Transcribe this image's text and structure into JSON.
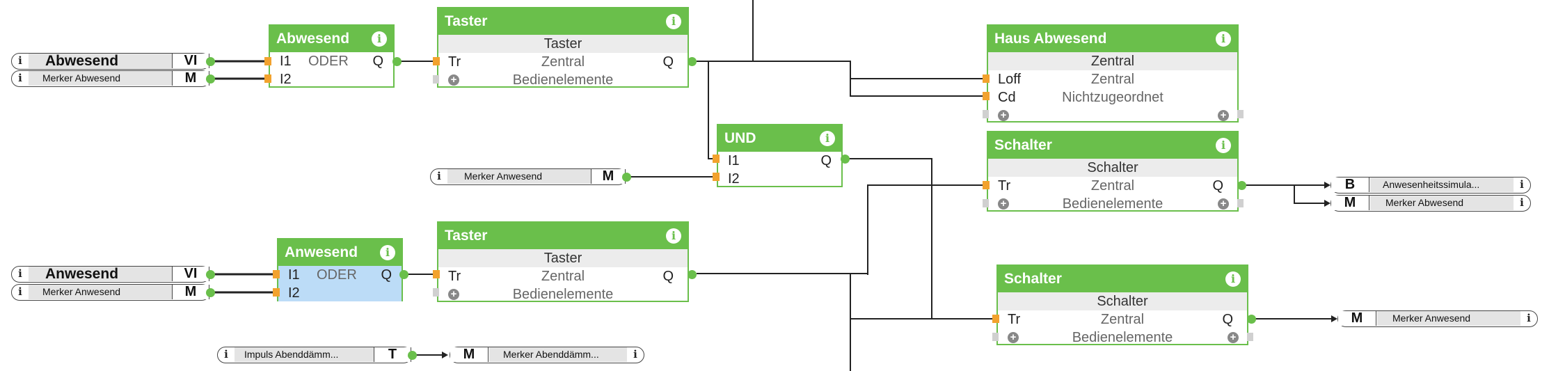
{
  "blocks": {
    "abwesend_or": {
      "title": "Abwesend",
      "in1": "I1",
      "op": "ODER",
      "out": "Q",
      "in2": "I2"
    },
    "taster1": {
      "title": "Taster",
      "sub": "Taster",
      "pin": "Tr",
      "mid": "Zentral",
      "out": "Q",
      "add": "Bedienelemente"
    },
    "haus": {
      "title": "Haus Abwesend",
      "sub": "Zentral",
      "pin1": "Loff",
      "mid1": "Zentral",
      "pin2": "Cd",
      "mid2": "Nichtzugeordnet"
    },
    "und": {
      "title": "UND",
      "in1": "I1",
      "out": "Q",
      "in2": "I2"
    },
    "schalter1": {
      "title": "Schalter",
      "sub": "Schalter",
      "pin": "Tr",
      "mid": "Zentral",
      "out": "Q",
      "add": "Bedienelemente"
    },
    "anwesend_or": {
      "title": "Anwesend",
      "in1": "I1",
      "op": "ODER",
      "out": "Q",
      "in2": "I2"
    },
    "taster2": {
      "title": "Taster",
      "sub": "Taster",
      "pin": "Tr",
      "mid": "Zentral",
      "out": "Q",
      "add": "Bedienelemente"
    },
    "schalter2": {
      "title": "Schalter",
      "sub": "Schalter",
      "pin": "Tr",
      "mid": "Zentral",
      "out": "Q",
      "add": "Bedienelemente"
    }
  },
  "io": {
    "abw_vi": {
      "name": "Abwesend",
      "type": "VI"
    },
    "abw_m": {
      "name": "Merker Abwesend",
      "type": "M"
    },
    "anw_m_und": {
      "name": "Merker Anwesend",
      "type": "M"
    },
    "anw_vi": {
      "name": "Anwesend",
      "type": "VI"
    },
    "anw_m": {
      "name": "Merker Anwesend",
      "type": "M"
    },
    "impuls": {
      "name": "Impuls Abenddämm...",
      "type": "T"
    },
    "abend_m": {
      "name": "Merker Abenddämm...",
      "type": "M"
    },
    "out_b": {
      "name": "Anwesenheitssimula...",
      "type": "B"
    },
    "out_m_abw": {
      "name": "Merker Abwesend",
      "type": "M"
    },
    "out_m_anw": {
      "name": "Merker Anwesend",
      "type": "M"
    }
  },
  "icons": {
    "info": "info-icon",
    "add": "add-icon"
  },
  "colors": {
    "block_green": "#6abf4b",
    "pin_orange": "#f2a22e",
    "selected_blue": "#bcdcf7"
  }
}
